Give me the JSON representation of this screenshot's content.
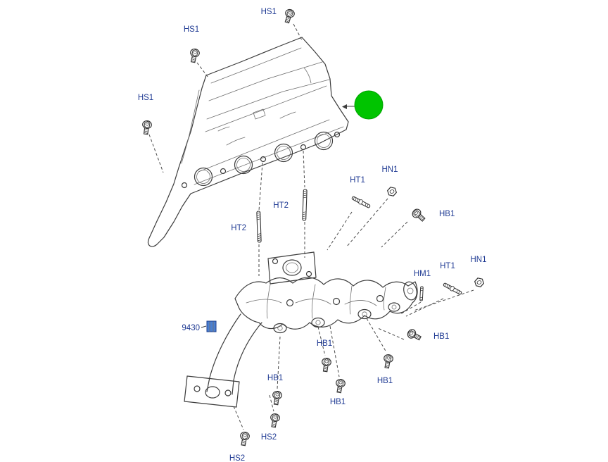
{
  "colors": {
    "highlight_green": "#00c400",
    "part_highlight_blue": "#4a7fd0",
    "label_blue": "#1f3a93",
    "line_art": "#3c3c3c"
  },
  "callouts": [
    {
      "id": "hs1-top",
      "text": "HS1"
    },
    {
      "id": "hs1-upper-left",
      "text": "HS1"
    },
    {
      "id": "hs1-left",
      "text": "HS1"
    },
    {
      "id": "ht1-upper",
      "text": "HT1"
    },
    {
      "id": "hn1-upper",
      "text": "HN1"
    },
    {
      "id": "ht2-right",
      "text": "HT2"
    },
    {
      "id": "ht2-left",
      "text": "HT2"
    },
    {
      "id": "hb1-upper-right",
      "text": "HB1"
    },
    {
      "id": "hm1",
      "text": "HM1"
    },
    {
      "id": "ht1-lower",
      "text": "HT1"
    },
    {
      "id": "hn1-lower",
      "text": "HN1"
    },
    {
      "id": "part-9430",
      "text": "9430"
    },
    {
      "id": "hb1-mid-right",
      "text": "HB1"
    },
    {
      "id": "hb1-center",
      "text": "HB1"
    },
    {
      "id": "hb1-lower-left",
      "text": "HB1"
    },
    {
      "id": "hb1-lower-right",
      "text": "HB1"
    },
    {
      "id": "hb1-bottom-center",
      "text": "HB1"
    },
    {
      "id": "hs2-upper",
      "text": "HS2"
    },
    {
      "id": "hs2-lower",
      "text": "HS2"
    }
  ]
}
